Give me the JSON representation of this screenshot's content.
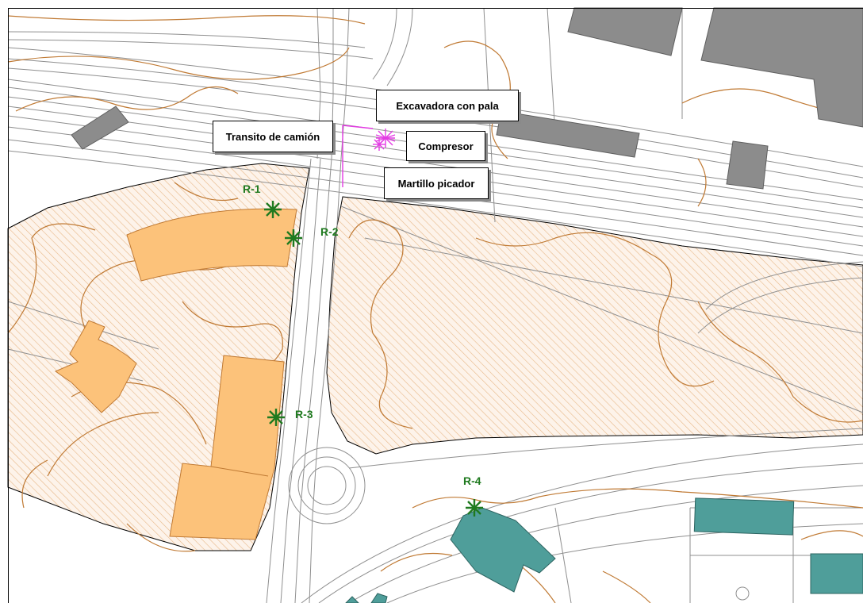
{
  "source_labels": {
    "excavadora": "Excavadora con pala",
    "transito": "Transito de camión",
    "compresor": "Compresor",
    "martillo": "Martillo picador"
  },
  "receptors": [
    {
      "id": "R-1"
    },
    {
      "id": "R-2"
    },
    {
      "id": "R-3"
    },
    {
      "id": "R-4"
    }
  ],
  "colors": {
    "contour": "#c07a34",
    "hatch": "#e8b888",
    "residential_fill": "#fcc27a",
    "teal_building": "#4f9e9a",
    "grey_building": "#8c8c8c",
    "rail": "#8f8f8f",
    "source_marker": "#e33ce3",
    "receptor_marker": "#1f7a1f"
  },
  "icons": {
    "receptor": "asterisk-marker-icon",
    "source": "starburst-marker-icon"
  }
}
